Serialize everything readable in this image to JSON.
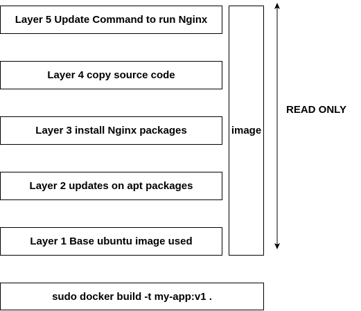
{
  "layers": [
    {
      "label": "Layer 5 Update Command to run Nginx"
    },
    {
      "label": "Layer 4 copy source code"
    },
    {
      "label": "Layer 3 install Nginx packages"
    },
    {
      "label": "Layer 2 updates on apt packages"
    },
    {
      "label": "Layer 1 Base ubuntu image used"
    }
  ],
  "image_label": "image",
  "access_label": "READ ONLY",
  "command": "sudo docker build -t my-app:v1 .",
  "colors": {
    "stroke": "#000000",
    "fill": "#ffffff",
    "text": "#000000"
  }
}
